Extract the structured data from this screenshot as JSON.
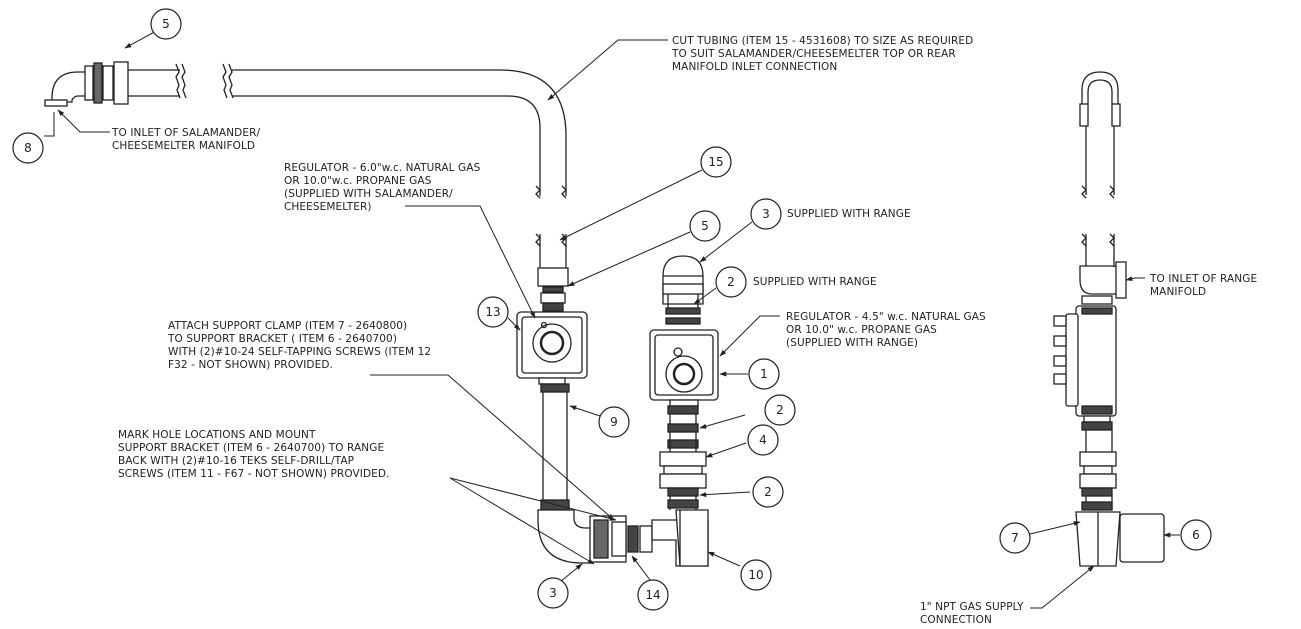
{
  "notes": {
    "inlet_salamander": [
      "TO INLET OF SALAMANDER/",
      "CHEESEMELTER MANIFOLD"
    ],
    "cut_tubing": [
      "CUT TUBING (ITEM 15 - 4531608) TO SIZE AS REQUIRED",
      "TO SUIT SALAMANDER/CHEESEMELTER TOP OR REAR",
      "MANIFOLD INLET CONNECTION"
    ],
    "regulator_salamander": [
      "REGULATOR - 6.0\"w.c. NATURAL GAS",
      "OR 10.0\"w.c. PROPANE GAS",
      "(SUPPLIED WITH SALAMANDER/",
      "CHEESEMELTER)"
    ],
    "supplied_3": "SUPPLIED WITH RANGE",
    "supplied_2": "SUPPLIED WITH RANGE",
    "regulator_range": [
      "REGULATOR - 4.5\" w.c. NATURAL GAS",
      "OR 10.0\" w.c. PROPANE GAS",
      "(SUPPLIED WITH RANGE)"
    ],
    "support_clamp": [
      "ATTACH SUPPORT CLAMP (ITEM 7 - 2640800)",
      "TO SUPPORT BRACKET ( ITEM 6 - 2640700)",
      "WITH (2)#10-24 SELF-TAPPING SCREWS (ITEM 12",
      "F32 - NOT SHOWN) PROVIDED."
    ],
    "mark_holes": [
      "MARK HOLE LOCATIONS AND MOUNT",
      " SUPPORT BRACKET (ITEM 6 - 2640700) TO RANGE",
      " BACK WITH (2)#10-16 TEKS SELF-DRILL/TAP",
      "SCREWS (ITEM 11 - F67 - NOT SHOWN) PROVIDED."
    ],
    "inlet_range": [
      "TO INLET OF RANGE",
      "MANIFOLD"
    ],
    "gas_supply": [
      "1\" NPT GAS SUPPLY",
      "CONNECTION"
    ]
  },
  "balloons": {
    "top_fitting": "5",
    "salamander_inlet": "8",
    "tubing": "15",
    "union_nut": "5",
    "elbow_top_right": "3",
    "nipple_top_right": "2",
    "salamander_regulator": "13",
    "range_regulator": "1",
    "nipple_mid_right": "2",
    "union": "4",
    "nipple_low_right": "2",
    "vertical_pipe": "9",
    "tee": "10",
    "elbow_bottom": "3",
    "bracket_nipple": "14",
    "clamp": "7",
    "bracket": "6"
  }
}
